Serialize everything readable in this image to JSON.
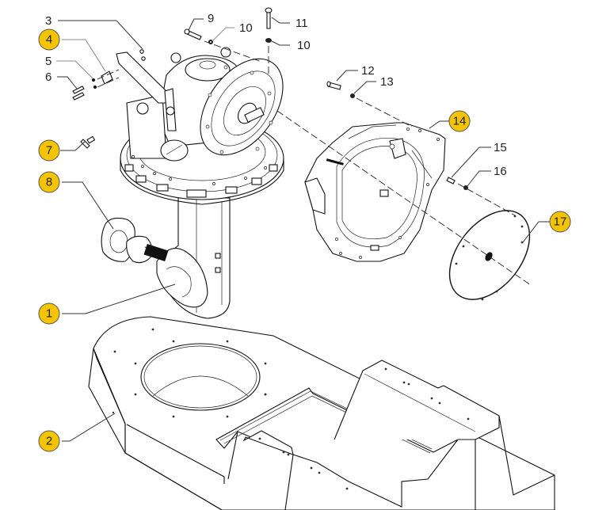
{
  "diagram": {
    "title": "Exploded parts diagram - gearbox / drive assembly on base frame",
    "callout_color": "#F5C400",
    "callouts": [
      {
        "id": "c1",
        "label": "1",
        "highlighted": true,
        "part": "drive leg / lower housing"
      },
      {
        "id": "c2",
        "label": "2",
        "highlighted": true,
        "part": "base frame"
      },
      {
        "id": "c3",
        "label": "3",
        "highlighted": false,
        "part": "nut"
      },
      {
        "id": "c4",
        "label": "4",
        "highlighted": true,
        "part": "bracket block"
      },
      {
        "id": "c5",
        "label": "5",
        "highlighted": false,
        "part": "washer"
      },
      {
        "id": "c6",
        "label": "6",
        "highlighted": false,
        "part": "screw"
      },
      {
        "id": "c7",
        "label": "7",
        "highlighted": true,
        "part": "bolt"
      },
      {
        "id": "c8",
        "label": "8",
        "highlighted": true,
        "part": "coupling"
      },
      {
        "id": "c9",
        "label": "9",
        "highlighted": false,
        "part": "bolt"
      },
      {
        "id": "c10a",
        "label": "10",
        "highlighted": false,
        "part": "washer"
      },
      {
        "id": "c10b",
        "label": "10",
        "highlighted": false,
        "part": "washer"
      },
      {
        "id": "c11",
        "label": "11",
        "highlighted": false,
        "part": "bolt"
      },
      {
        "id": "c12",
        "label": "12",
        "highlighted": false,
        "part": "bolt"
      },
      {
        "id": "c13",
        "label": "13",
        "highlighted": false,
        "part": "washer"
      },
      {
        "id": "c14",
        "label": "14",
        "highlighted": true,
        "part": "bell housing"
      },
      {
        "id": "c15",
        "label": "15",
        "highlighted": false,
        "part": "bolt"
      },
      {
        "id": "c16",
        "label": "16",
        "highlighted": false,
        "part": "washer"
      },
      {
        "id": "c17",
        "label": "17",
        "highlighted": true,
        "part": "flex plate"
      }
    ]
  }
}
